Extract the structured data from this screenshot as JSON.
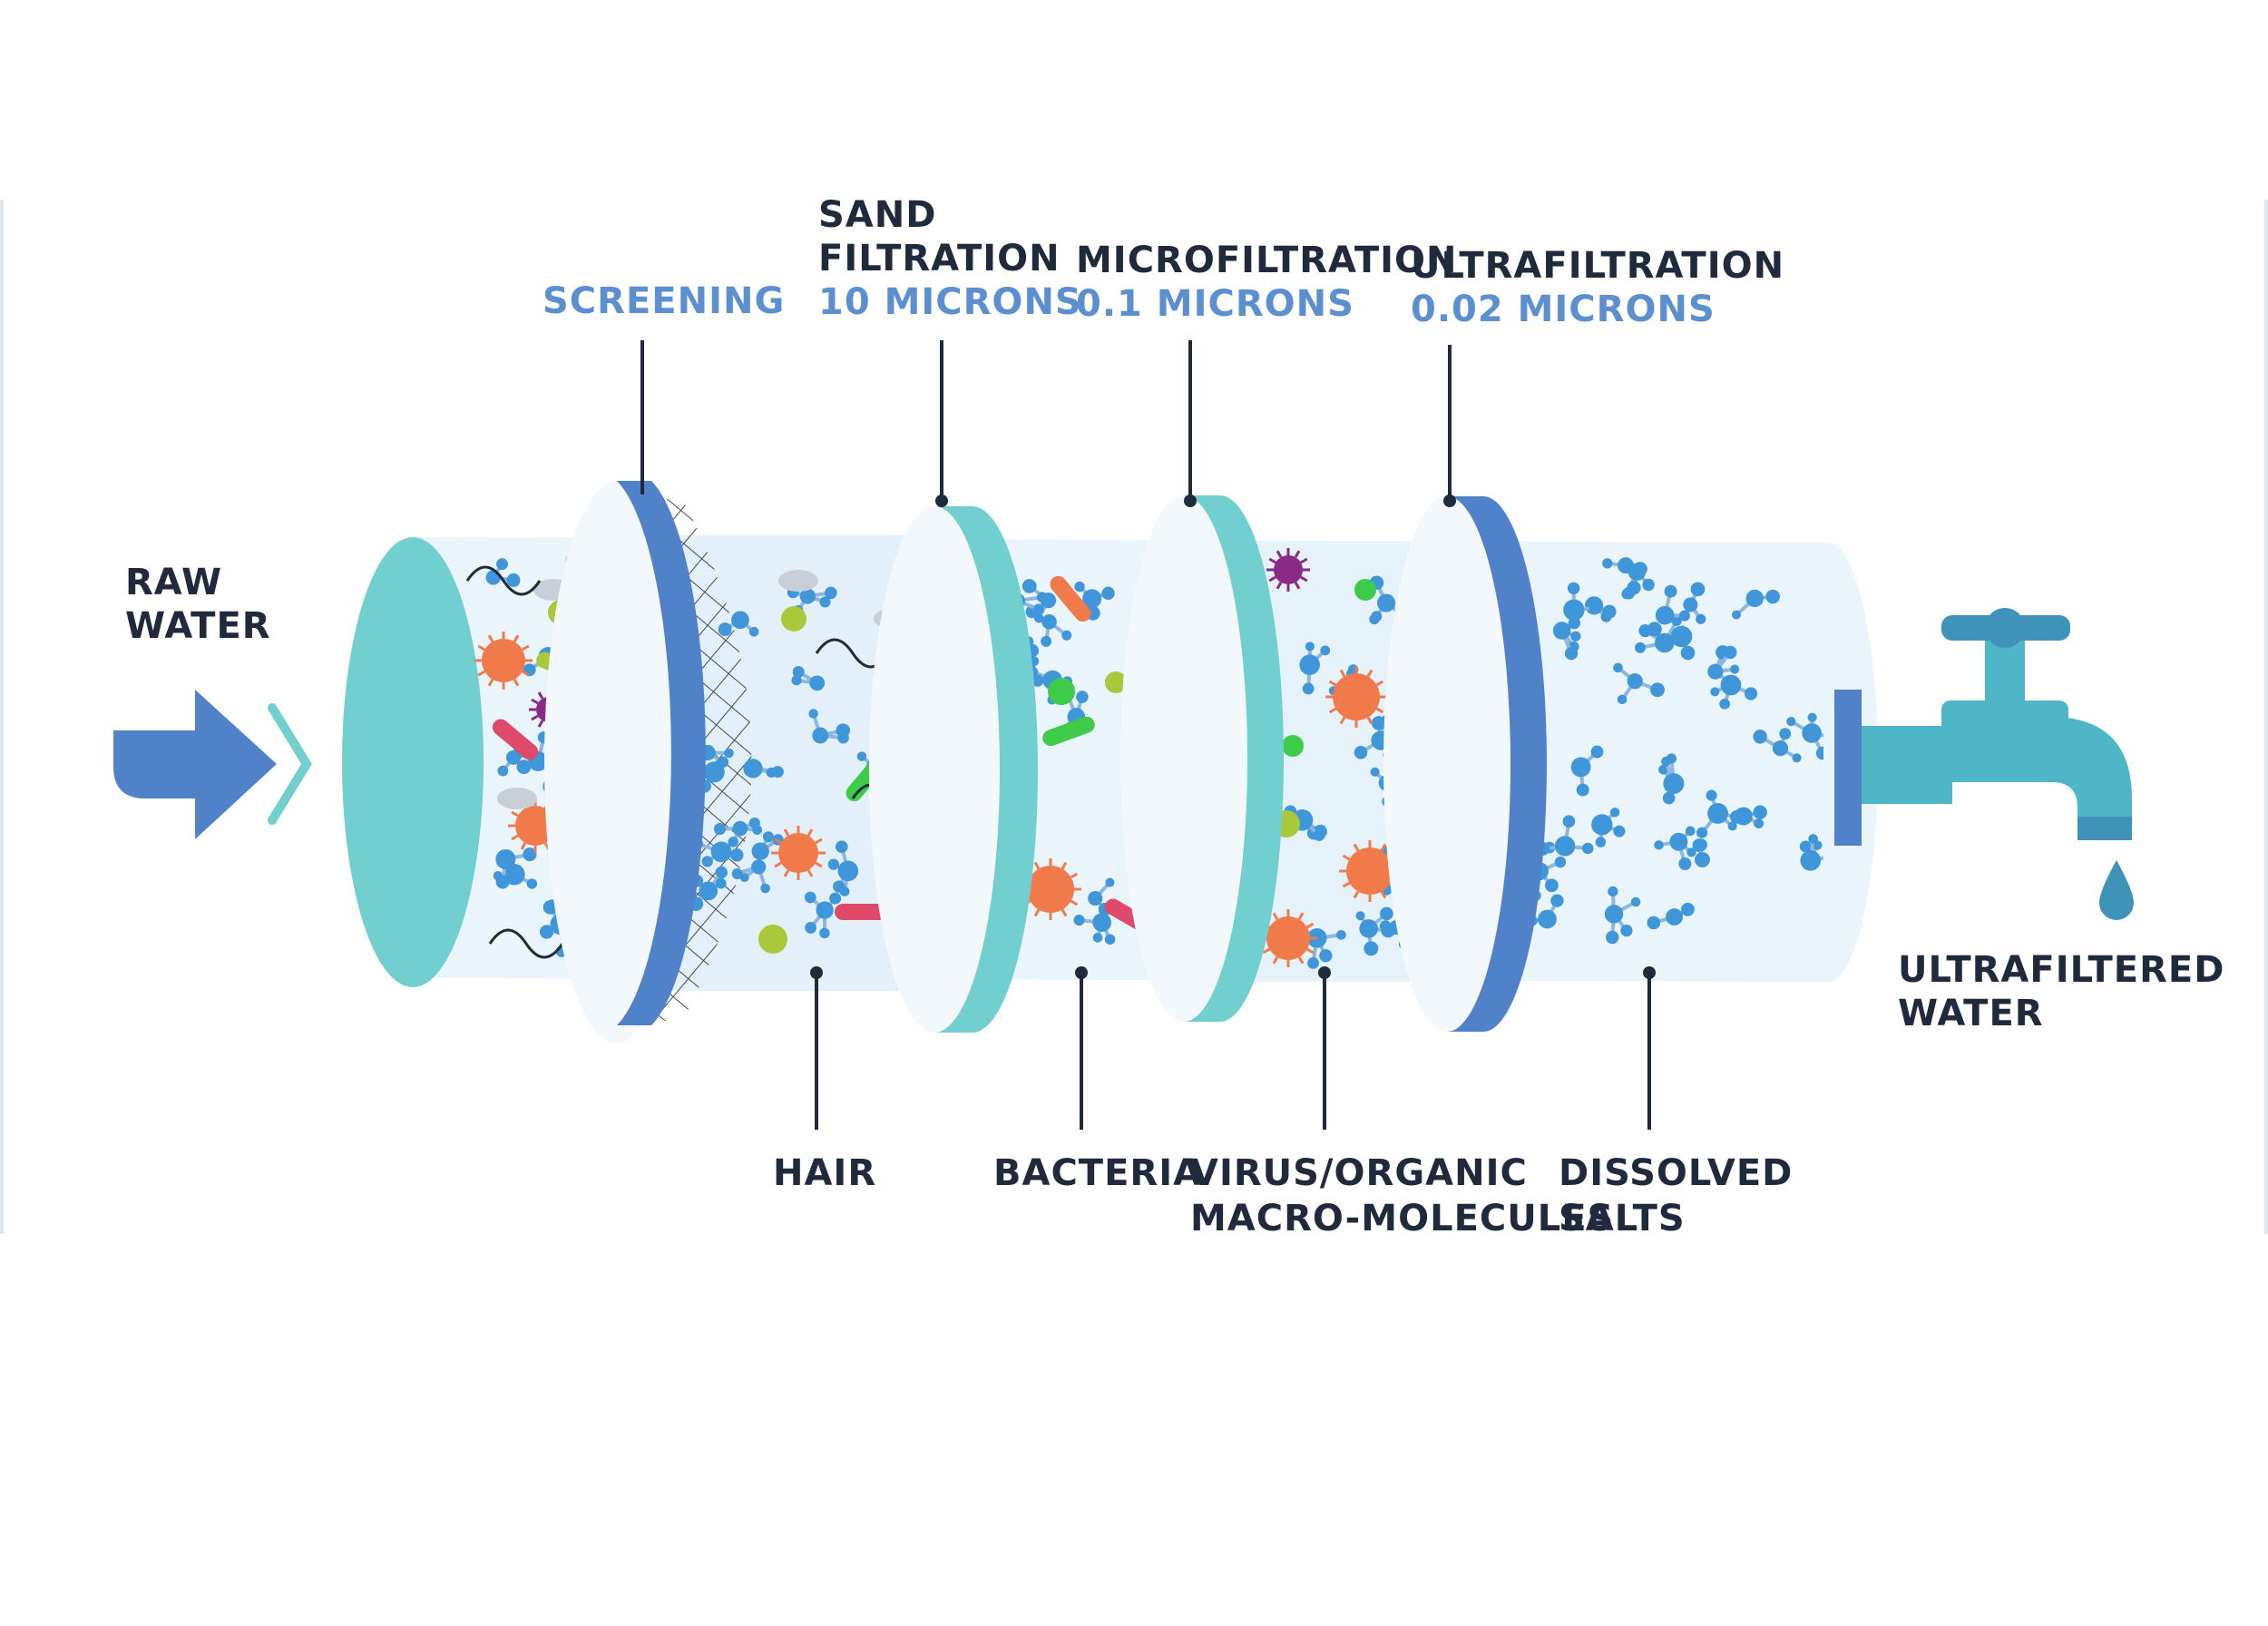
{
  "input_label": [
    "RAW",
    "WATER"
  ],
  "output_label": [
    "ULTRAFILTERED",
    "WATER"
  ],
  "stages": [
    {
      "title": [
        "SCREENING"
      ],
      "spec": ""
    },
    {
      "title": [
        "SAND",
        "FILTRATION"
      ],
      "spec": "10 MICRONS"
    },
    {
      "title": [
        "MICROFILTRATION"
      ],
      "spec": "0.1 MICRONS"
    },
    {
      "title": [
        "ULTRAFILTRATION"
      ],
      "spec": "0.02 MICRONS"
    }
  ],
  "removed": [
    {
      "label": [
        "HAIR"
      ]
    },
    {
      "label": [
        "BACTERIA"
      ]
    },
    {
      "label": [
        "VIRUS/ORGANIC",
        "MACRO-MOLECULES"
      ]
    },
    {
      "label": [
        "DISSOLVED",
        "SALTS"
      ]
    }
  ],
  "colors": {
    "ring_teal": "#72cfcf",
    "ring_blue": "#4f82c8",
    "tube_fill": "#eaf4fb",
    "molecule": "#3f97da",
    "bond": "#8fb7dd",
    "text_dark": "#1f2a3d",
    "text_blue": "#5b8fd0",
    "bacteria_orange": "#f07a4a",
    "virus_purple": "#8a2a86",
    "green_particle": "#3ecb4a",
    "lime_particle": "#a9c93a",
    "hair_red": "#e04a6a",
    "tap": "#4fb6c8"
  },
  "icons": [
    "arrow-right-icon",
    "faucet-icon",
    "water-drop-icon",
    "mesh-screen-icon"
  ]
}
